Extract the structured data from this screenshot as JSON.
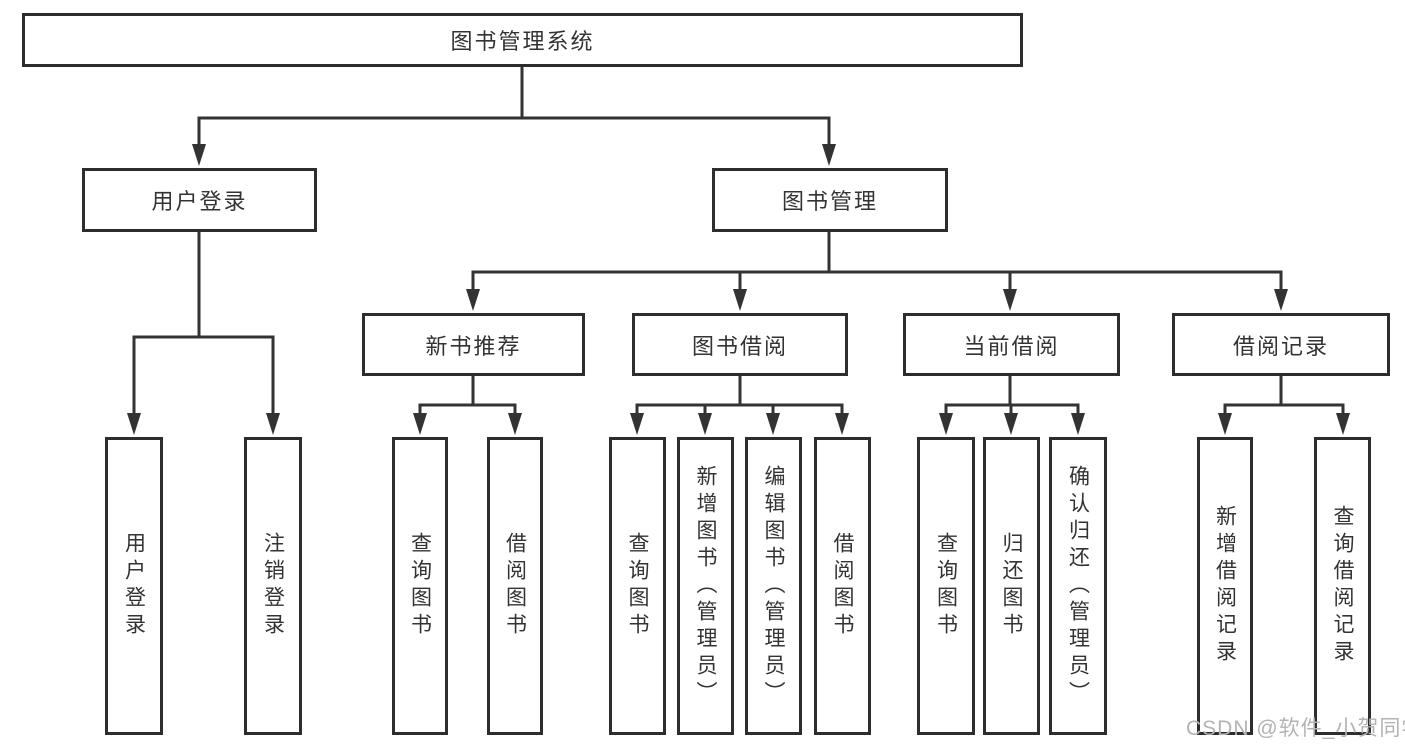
{
  "title": "图书管理系统",
  "colors": {
    "line": "#333333",
    "box_border": "#2d2d2d",
    "box_fill": "#ffffff",
    "text": "#333333",
    "watermark": "#b3b3b3",
    "background": "#ffffff"
  },
  "watermark": {
    "text": "CSDN @软件_小贺同学"
  },
  "tree": {
    "root": {
      "label": "图书管理系统",
      "children": [
        {
          "label": "用户登录",
          "children": [
            {
              "label": "用户登录"
            },
            {
              "label": "注销登录"
            }
          ]
        },
        {
          "label": "图书管理",
          "children": [
            {
              "label": "新书推荐",
              "children": [
                {
                  "label": "查询图书"
                },
                {
                  "label": "借阅图书"
                }
              ]
            },
            {
              "label": "图书借阅",
              "children": [
                {
                  "label": "查询图书"
                },
                {
                  "label": "新增图书（管理员）"
                },
                {
                  "label": "编辑图书（管理员）"
                },
                {
                  "label": "借阅图书"
                }
              ]
            },
            {
              "label": "当前借阅",
              "children": [
                {
                  "label": "查询图书"
                },
                {
                  "label": "归还图书"
                },
                {
                  "label": "确认归还（管理员）"
                }
              ]
            },
            {
              "label": "借阅记录",
              "children": [
                {
                  "label": "新增借阅记录"
                },
                {
                  "label": "查询借阅记录"
                }
              ]
            }
          ]
        }
      ]
    }
  }
}
